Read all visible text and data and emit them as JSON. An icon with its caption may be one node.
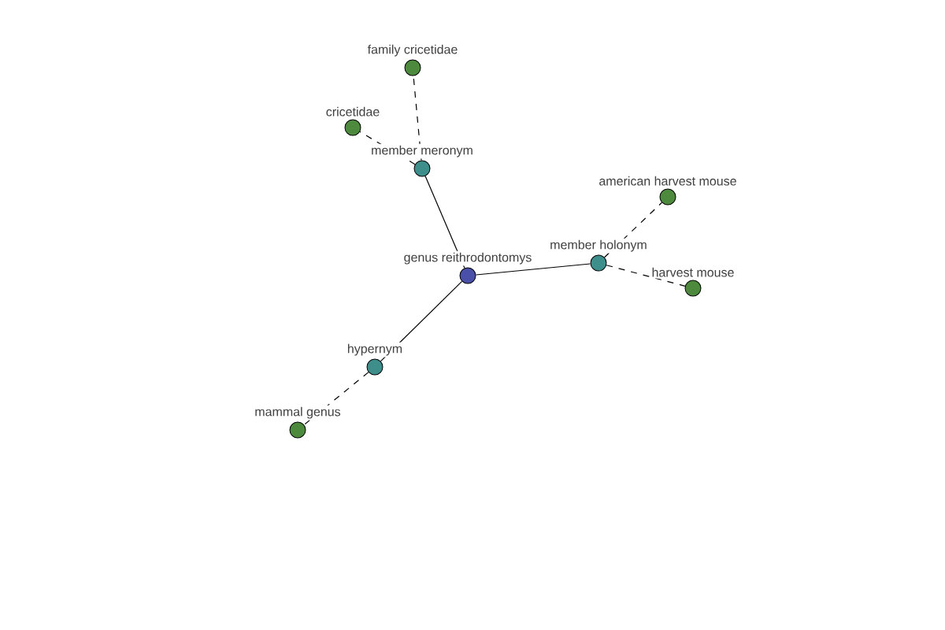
{
  "diagram": {
    "nodes": [
      {
        "text": [
          "genus reithrodontomys"
        ]
      },
      {
        "text": [
          "member meronym"
        ]
      },
      {
        "text": [
          "family cricetidae"
        ]
      },
      {
        "text": [
          "cricetidae"
        ]
      },
      {
        "text": [
          "member holonym"
        ]
      },
      {
        "text": [
          "american harvest mouse"
        ]
      },
      {
        "text": [
          "harvest mouse"
        ]
      },
      {
        "text": [
          "hypernym"
        ]
      },
      {
        "text": [
          "mammal genus"
        ]
      }
    ],
    "edges": [
      {
        "from": 0,
        "to": 1,
        "arrow": "none"
      },
      {
        "from": 1,
        "to": 2,
        "arrow": "none",
        "style": "dashed"
      },
      {
        "from": 1,
        "to": 3,
        "arrow": "none",
        "style": "dashed"
      },
      {
        "from": 0,
        "to": 4,
        "arrow": "none"
      },
      {
        "from": 4,
        "to": 5,
        "arrow": "none",
        "style": "dashed"
      },
      {
        "from": 4,
        "to": 6,
        "arrow": "none",
        "style": "dashed"
      },
      {
        "from": 0,
        "to": 7,
        "arrow": "none"
      },
      {
        "from": 7,
        "to": 8,
        "arrow": "none",
        "style": "dashed"
      }
    ]
  }
}
